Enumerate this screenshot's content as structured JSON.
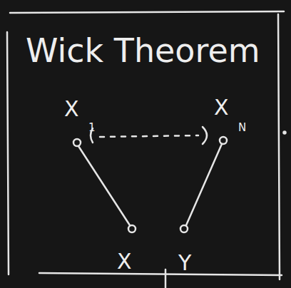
{
  "diagram": {
    "title": "Wick Theorem",
    "labels": [
      "X",
      "1",
      "X",
      "N",
      "X",
      "Y"
    ]
  }
}
